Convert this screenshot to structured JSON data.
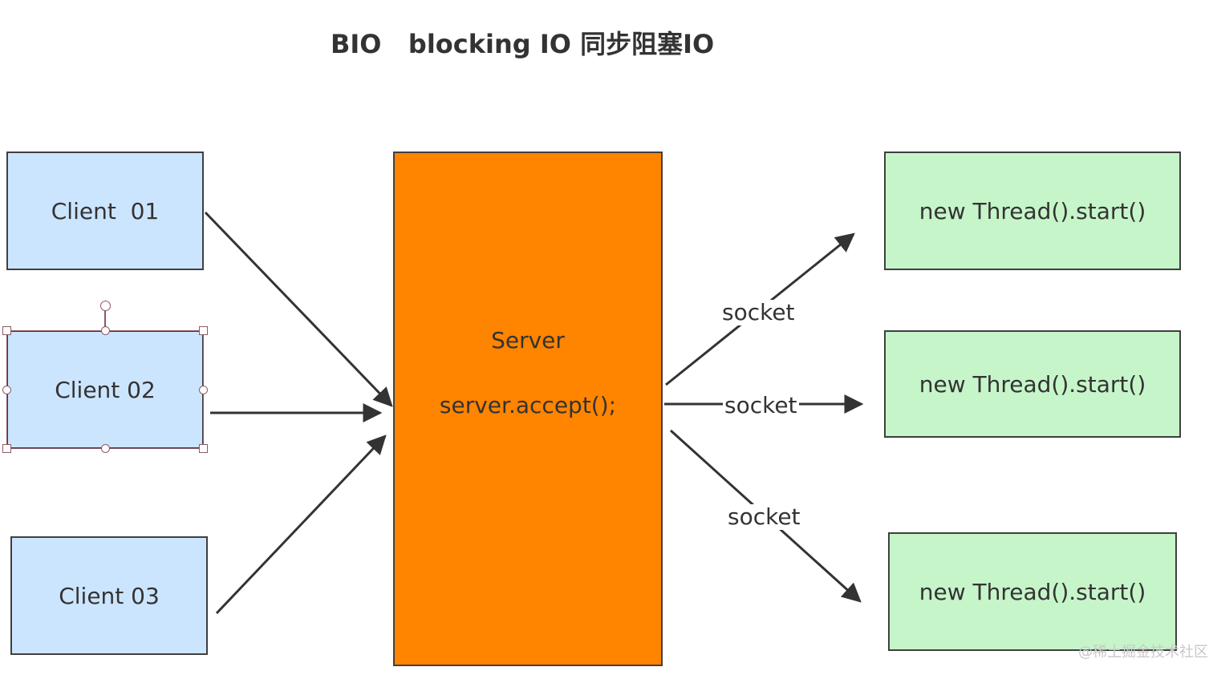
{
  "title": "BIO   blocking IO 同步阻塞IO",
  "clients": [
    {
      "label": "Client  01"
    },
    {
      "label": "Client 02"
    },
    {
      "label": "Client 03"
    }
  ],
  "server": {
    "label": "Server",
    "call": "server.accept();"
  },
  "threads": [
    {
      "label": "new Thread().start()"
    },
    {
      "label": "new Thread().start()"
    },
    {
      "label": "new Thread().start()"
    }
  ],
  "edge_labels": [
    "socket",
    "socket",
    "socket"
  ],
  "watermark": "@稀土掘金技术社区",
  "colors": {
    "client_fill": "#cce5ff",
    "server_fill": "#ff8400",
    "thread_fill": "#c6f5c9",
    "stroke": "#3f3f3f",
    "selection": "#8c5a64"
  }
}
